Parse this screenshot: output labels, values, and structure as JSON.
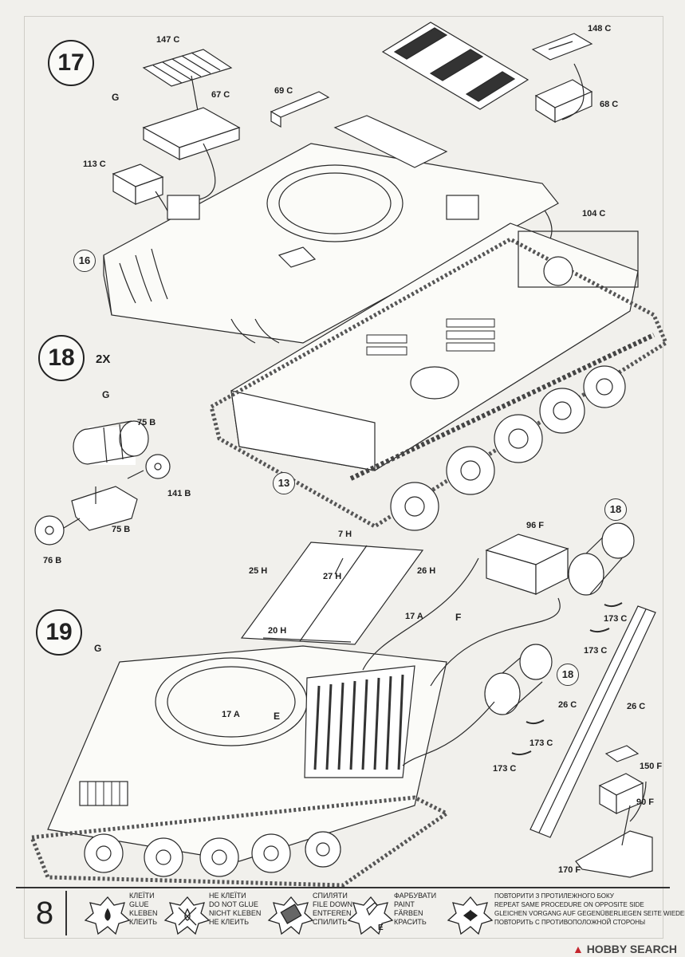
{
  "page": {
    "number": "8"
  },
  "steps": [
    {
      "number": "17",
      "glue": "G"
    },
    {
      "number": "18",
      "multiplier": "2X",
      "glue": "G"
    },
    {
      "number": "19",
      "glue": "G"
    }
  ],
  "references": [
    "16",
    "13",
    "18",
    "18"
  ],
  "paint_codes": {
    "e1": "E",
    "e2": "E",
    "f": "F"
  },
  "parts": {
    "p147C": "147 C",
    "p148C": "148 C",
    "p67C": "67 C",
    "p69C": "69 C",
    "p68C": "68 C",
    "p113C": "113 C",
    "p104C": "104 C",
    "p75Ba": "75 B",
    "p75Bb": "75 B",
    "p141B": "141 B",
    "p76B": "76 B",
    "p7H": "7 H",
    "p25H": "25 H",
    "p27H": "27 H",
    "p26H": "26 H",
    "p20H": "20 H",
    "p17Aa": "17 A",
    "p17Ab": "17 A",
    "p96F": "96 F",
    "p173Ca": "173 C",
    "p173Cb": "173 C",
    "p173Cc": "173 C",
    "p173Cd": "173 C",
    "p26Ca": "26 C",
    "p26Cb": "26 C",
    "p150F": "150 F",
    "p90F": "90 F",
    "p170F": "170 F"
  },
  "legend": {
    "glue": [
      "КЛЕЇТИ",
      "GLUE",
      "KLEBEN",
      "КЛЕИТЬ"
    ],
    "noglue": [
      "НЕ КЛЕЇТИ",
      "DO NOT GLUE",
      "NICHT KLEBEN",
      "НЕ КЛЕИТЬ"
    ],
    "file": [
      "СПИЛЯТИ",
      "FILE DOWN",
      "ENTFEREN",
      "СПИЛИТЬ"
    ],
    "paint": [
      "ФАРБУВАТИ",
      "PAINT",
      "FÄRBEN",
      "КРАСИТЬ"
    ],
    "paint_code": "E",
    "repeat": [
      "ПОВТОРИТИ З ПРОТИЛЕЖНОГО БОКУ",
      "REPEAT SAME PROCEDURE ON OPPOSITE SIDE",
      "GLEICHEN VORGANG AUF GEGENÜBERLIEGEN SEITE WIEDERHOLEN",
      "ПОВТОРИТЬ С ПРОТИВОПОЛОЖНОЙ СТОРОНЫ"
    ]
  },
  "watermark": {
    "brand": "HOBBY SEARCH"
  }
}
